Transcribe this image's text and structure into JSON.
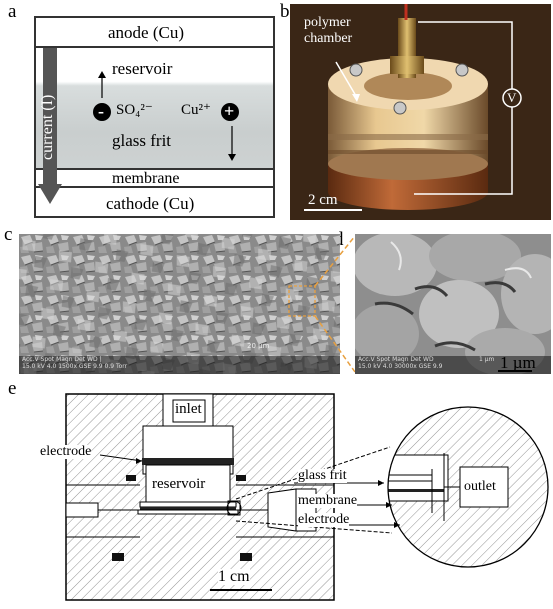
{
  "panel_labels": {
    "a": "a",
    "b": "b",
    "c": "c",
    "d": "d",
    "e": "e"
  },
  "panel_a": {
    "anode": "anode (Cu)",
    "reservoir": "reservoir",
    "current": "current (I)",
    "anion": "SO₄²⁻",
    "anion_sign": "-",
    "cation": "Cu²⁺",
    "cation_sign": "+",
    "glass_frit": "glass frit",
    "membrane": "membrane",
    "cathode": "cathode (Cu)"
  },
  "panel_b": {
    "polymer_chamber_line1": "polymer",
    "polymer_chamber_line2": "chamber",
    "voltmeter": "V",
    "scale": "2 cm"
  },
  "panel_c": {
    "info_line1": "Acc.V  Spot Magn   Det  WD  |",
    "info_line2": "15.0 kV 4.0   1500x   GSE 9.9   0.9 Torr",
    "scale": "20 µm"
  },
  "panel_d": {
    "info_line1": "Acc.V  Spot Magn   Det  WD",
    "info_line2": "15.0 kV 4.0  30000x GSE 9.9",
    "scale_small": "1 µm",
    "scale": "1 µm"
  },
  "panel_e": {
    "inlet": "inlet",
    "electrode_top": "electrode",
    "reservoir": "reservoir",
    "glass_frit": "glass frit",
    "membrane": "membrane",
    "electrode_bottom": "electrode",
    "outlet": "outlet",
    "scale": "1 cm"
  },
  "colors": {
    "zoom_line": "#e8a040",
    "arrow_fill": "#555555",
    "outline": "#333333"
  }
}
